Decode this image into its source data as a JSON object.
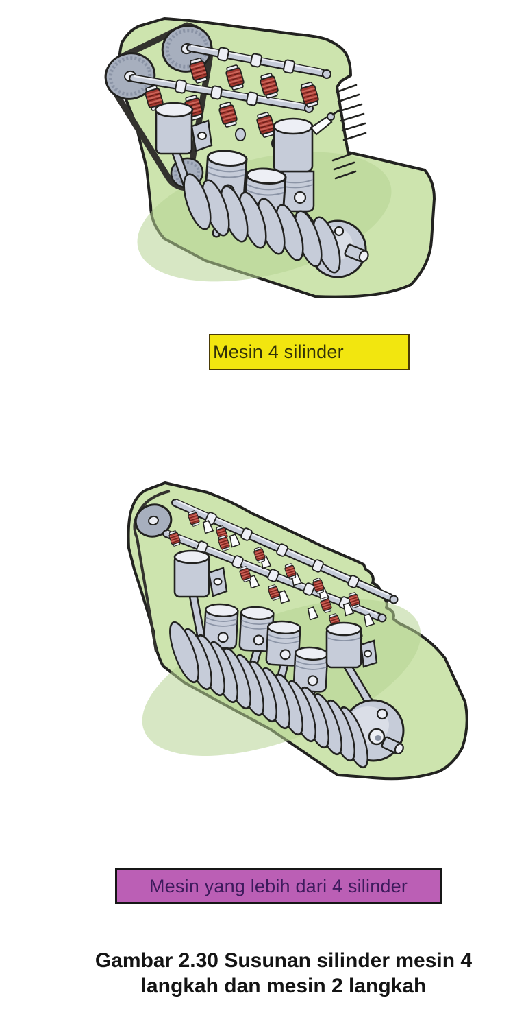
{
  "document": {
    "labels": {
      "four_cylinder": "Mesin 4 silinder",
      "more_than_four_cylinder": "Mesin yang lebih dari 4 silinder"
    },
    "caption": {
      "line1": "Gambar 2.30 Susunan silinder mesin 4",
      "line2": "langkah dan mesin 2 langkah"
    }
  },
  "colors": {
    "page_bg": "#ffffff",
    "outline": "#222220",
    "block_green": "#cde4ae",
    "block_green_deep": "#b7d493",
    "metal": "#c6ccd9",
    "metal_light": "#edeff5",
    "metal_dark": "#8b94a6",
    "gear_gray": "#a7afbe",
    "belt": "#33322e",
    "spring_red": "#a23830",
    "spring_red_light": "#cd665b",
    "spring_red_dark": "#621a14",
    "label_yellow_bg": "#f2e60f",
    "label_yellow_border": "#4a3a05",
    "label_yellow_text": "#32320a",
    "label_purple_bg": "#bb5fb5",
    "label_purple_border": "#161616",
    "label_purple_text": "#3d1a5c",
    "caption_text": "#141414"
  }
}
